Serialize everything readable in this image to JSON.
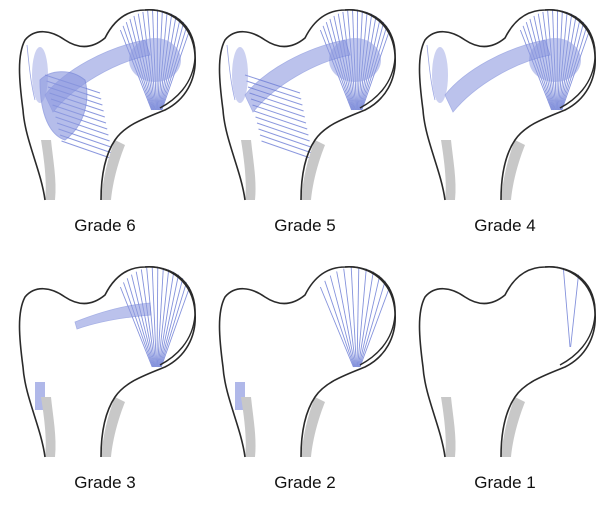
{
  "figure": {
    "panels": [
      {
        "label": "Grade 6",
        "grade": 6
      },
      {
        "label": "Grade 5",
        "grade": 5
      },
      {
        "label": "Grade 4",
        "grade": 4
      },
      {
        "label": "Grade 3",
        "grade": 3
      },
      {
        "label": "Grade 2",
        "grade": 2
      },
      {
        "label": "Grade 1",
        "grade": 1
      }
    ],
    "colors": {
      "outline": "#2a2a2a",
      "cortex": "#c8c8c8",
      "trabeculae": "#6f7fd6",
      "trabeculae_fill": "#8e9ae0"
    }
  }
}
